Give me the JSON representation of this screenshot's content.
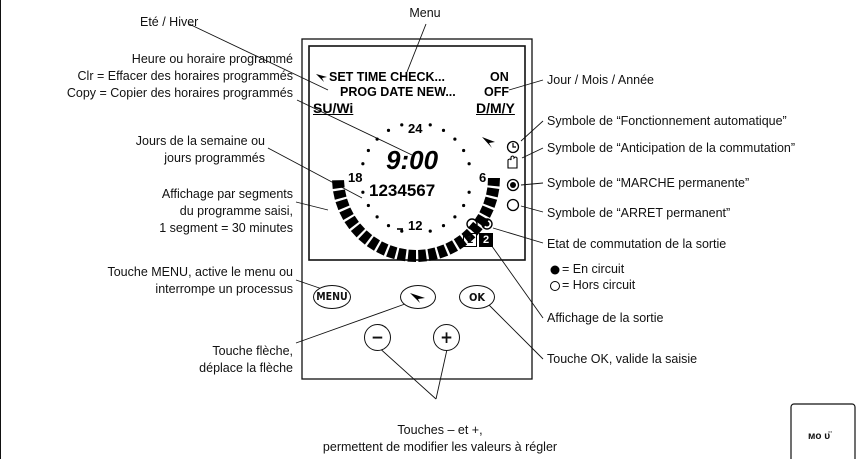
{
  "labels": {
    "ete_hiver": "Eté / Hiver",
    "menu": "Menu",
    "heure": [
      "Heure ou horaire programmé",
      "Clr = Effacer des horaires programmés",
      "Copy = Copier des horaires programmés"
    ],
    "jour_mois": "Jour / Mois / Année",
    "jours_semaine": [
      "Jours de la semaine ou",
      "jours programmés"
    ],
    "affichage_segments": [
      "Affichage par segments",
      "du programme saisi,",
      "1 segment = 30 minutes"
    ],
    "touche_menu": [
      "Touche MENU, active le menu ou",
      "interrompe un processus"
    ],
    "touche_fleche": [
      "Touche flèche,",
      "déplace la flèche"
    ],
    "touches_plus_moins": [
      "Touches – et +,",
      "permettent de modifier les valeurs à régler"
    ],
    "sym_auto": "Symbole de “Fonctionnement automatique”",
    "sym_anticipation": "Symbole de “Anticipation de la commutation”",
    "sym_marche": "Symbole de “MARCHE permanente”",
    "sym_arret": "Symbole de “ARRET permanent”",
    "etat_title": "Etat de commutation de la sortie",
    "etat_on": "= En circuit",
    "etat_off": "= Hors circuit",
    "affichage_sortie": "Affichage de la sortie",
    "touche_ok": "Touche OK, valide la saisie"
  },
  "display": {
    "line1": "SET TIME CHECK...",
    "line1_right": "ON",
    "line2": "PROG DATE NEW...",
    "line2_right": "OFF",
    "su_wi": "SU/Wi",
    "dmy": "D/M/Y",
    "time": "9:00",
    "days": "1234567",
    "h24": "24",
    "h6": "6",
    "h12": "12",
    "h18": "18",
    "ch1": "1",
    "ch2": "2"
  },
  "buttons": {
    "menu": "MENU",
    "ok": "OK",
    "minus": "−",
    "plus": "+"
  },
  "corner_box": "ᴍᴏ ᴜ̈"
}
